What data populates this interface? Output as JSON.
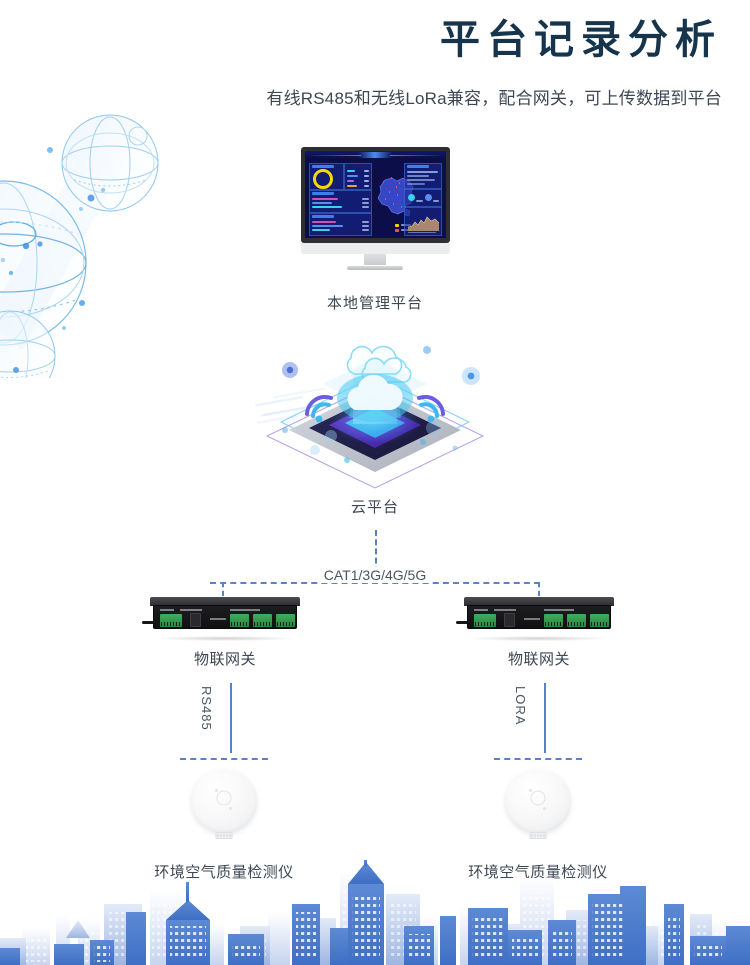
{
  "header": {
    "title": "平台记录分析",
    "subtitle": "有线RS485和无线LoRa兼容，配合网关，可上传数据到平台"
  },
  "nodes": {
    "local_platform_label": "本地管理平台",
    "cloud_platform_label": "云平台",
    "gateway_left_label": "物联网关",
    "gateway_right_label": "物联网关",
    "sensor_left_label": "环境空气质量检测仪",
    "sensor_right_label": "环境空气质量检测仪"
  },
  "links": {
    "uplink_label": "CAT1/3G/4G/5G",
    "left_branch_label": "RS485",
    "right_branch_label": "LORA"
  },
  "colors": {
    "title_navy": "#16344c",
    "body_text": "#3d4754",
    "link_blue": "#5584c8",
    "accent_cyan": "#37c6f0",
    "skyline_blue": "#3f6fc4",
    "terminal_green": "#3fae5c",
    "screen_navy": "#0b0e49",
    "donut_yellow": "#f5d90a",
    "map_dot_red": "#ff4d5a"
  },
  "screen": {
    "map_name": "china-map",
    "donut_name": "donut-chart",
    "area_chart_name": "area-chart"
  }
}
